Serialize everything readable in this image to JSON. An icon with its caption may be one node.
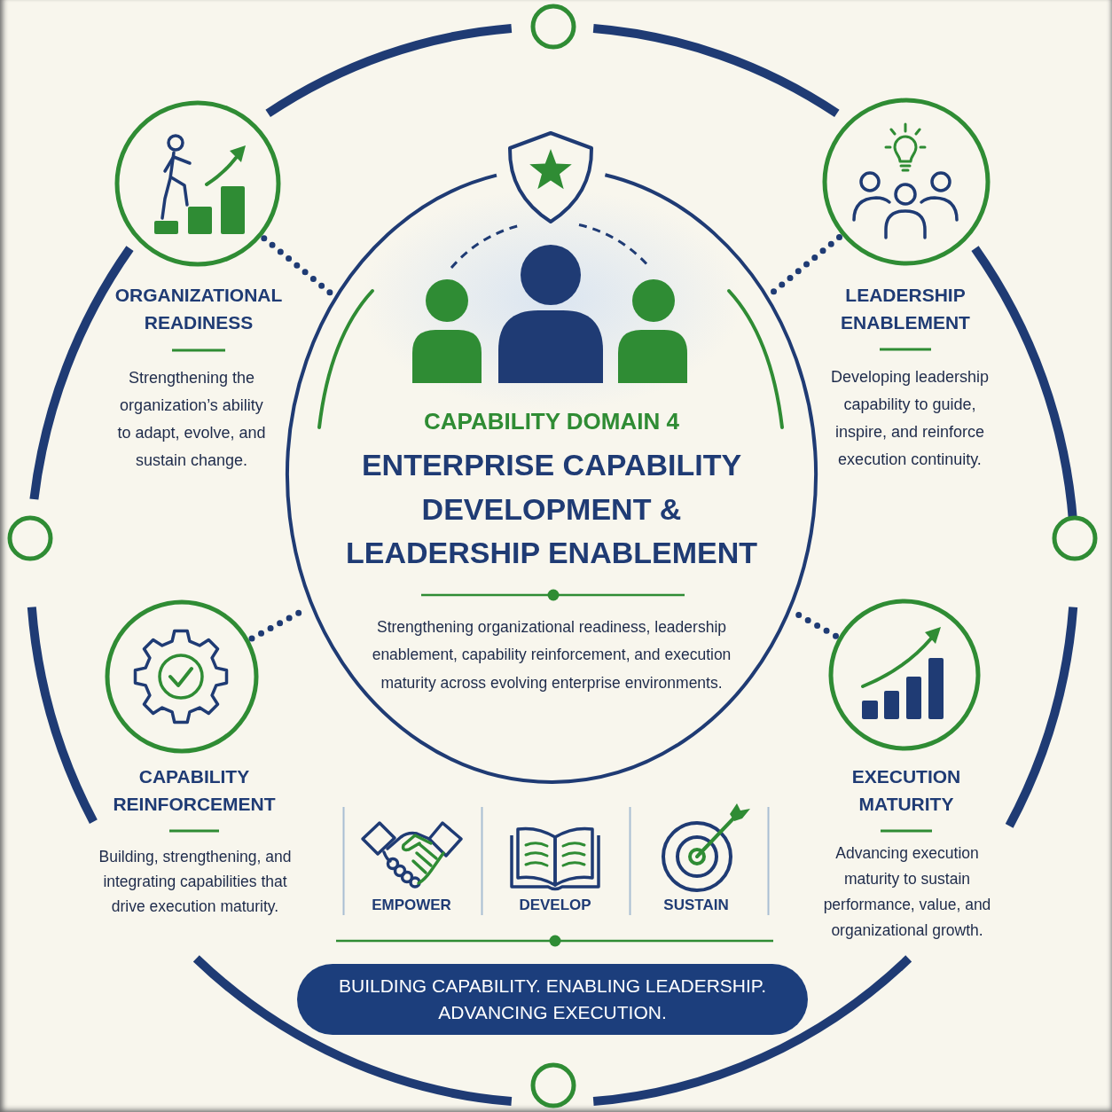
{
  "diagram": {
    "nodes": [
      {
        "text": [],
        "shape": "circle"
      },
      {
        "text": [
          "ORGANIZATIONAL READINESS",
          "Strengthening the organization’s ability to adapt, evolve, and sustain change."
        ]
      },
      {
        "text": [
          "CAPABILITY DOMAIN 4",
          "ENTERPRISE CAPABILITY DEVELOPMENT & LEADERSHIP ENABLEMENT",
          "Strengthening organizational readiness, leadership enablement, capability reinforcement, and execution maturity across evolving enterprise environments."
        ]
      },
      {
        "text": [
          "LEADERSHIP ENABLEMENT",
          "Developing leadership capability to guide, inspire, and reinforce execution continuity."
        ]
      },
      {
        "text": [],
        "shape": "circle"
      },
      {
        "text": [],
        "shape": "circle"
      },
      {
        "text": [
          "CAPABILITY REINFORCEMENT",
          "Building, strengthening, and integrating capabilities that drive execution maturity."
        ]
      },
      {
        "text": [
          "EXECUTION MATURITY",
          "Advancing execution maturity to sustain performance, value, and organizational growth."
        ]
      },
      {
        "text": [
          "BUILDING CAPABILITY. ENABLING LEADERSHIP. ADVANCING EXECUTION."
        ]
      },
      {
        "text": [],
        "shape": "circle"
      }
    ],
    "edges": [
      {
        "from": 1,
        "to": 2,
        "arrow": "none",
        "style": "dashed"
      },
      {
        "from": 3,
        "to": 2,
        "arrow": "none",
        "style": "dashed"
      },
      {
        "from": 6,
        "to": 2,
        "arrow": "none",
        "style": "dashed"
      },
      {
        "from": 7,
        "to": 2,
        "arrow": "none",
        "style": "dashed"
      }
    ],
    "labels": [
      "EMPOWER",
      "DEVELOP",
      "SUSTAIN"
    ]
  }
}
